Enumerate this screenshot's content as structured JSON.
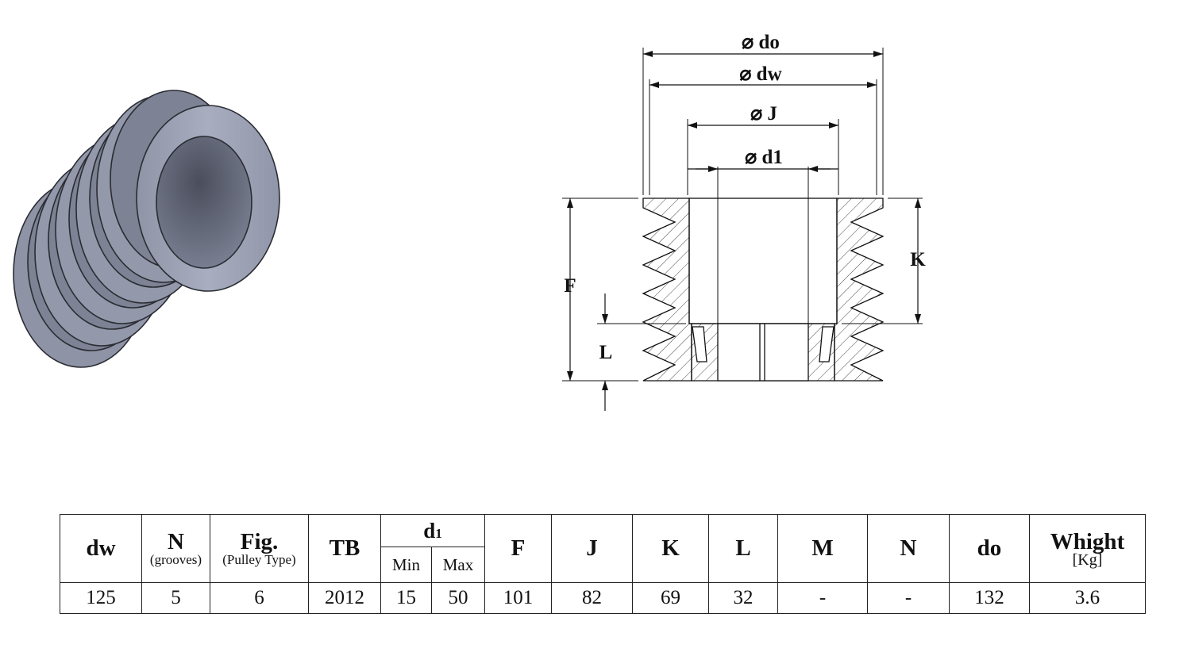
{
  "drawing": {
    "dims": {
      "do": "⌀ do",
      "dw": "⌀ dw",
      "J": "⌀ J",
      "d1": "⌀ d1",
      "F": "F",
      "K": "K",
      "L": "L"
    }
  },
  "table": {
    "headers": {
      "dw": "dw",
      "n_grooves": "N",
      "n_grooves_sub": "(grooves)",
      "fig": "Fig.",
      "fig_sub": "(Pulley Type)",
      "tb": "TB",
      "d1": "d",
      "d1_sub": "1",
      "d1_min": "Min",
      "d1_max": "Max",
      "F": "F",
      "J": "J",
      "K": "K",
      "L": "L",
      "M": "M",
      "N": "N",
      "do": "do",
      "weight": "Whight",
      "weight_sub": "[Kg]"
    },
    "row": {
      "dw": "125",
      "n_grooves": "5",
      "fig": "6",
      "tb": "2012",
      "d1_min": "15",
      "d1_max": "50",
      "F": "101",
      "J": "82",
      "K": "69",
      "L": "32",
      "M": "-",
      "N": "-",
      "do": "132",
      "weight": "3.6"
    }
  }
}
